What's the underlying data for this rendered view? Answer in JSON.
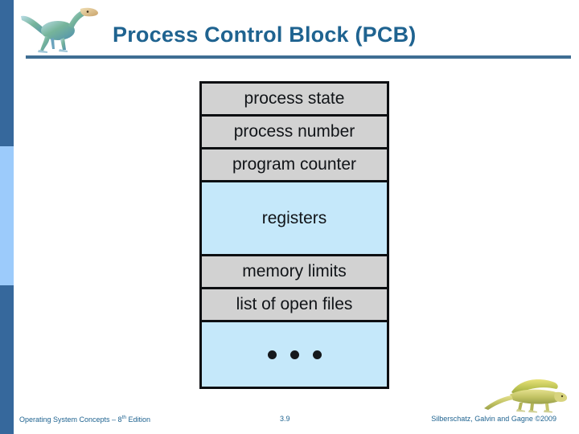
{
  "slide": {
    "title": "Process Control Block (PCB)",
    "title_color": "#1f6390",
    "rule_color": "#3f6e93",
    "background": "#ffffff"
  },
  "sidebar": {
    "segments": [
      {
        "name": "top-bar",
        "color": "#36689c"
      },
      {
        "name": "middle-bar",
        "color": "#9ccbfb"
      },
      {
        "name": "bottom-bar",
        "color": "#36689c"
      }
    ]
  },
  "logos": {
    "header_logo": "dinosaur-icon",
    "footer_logo": "dimetrodon-icon"
  },
  "pcb": {
    "fields": [
      {
        "label": "process state",
        "fill": "gray"
      },
      {
        "label": "process number",
        "fill": "gray"
      },
      {
        "label": "program counter",
        "fill": "gray"
      },
      {
        "label": "registers",
        "fill": "blue"
      },
      {
        "label": "memory limits",
        "fill": "gray"
      },
      {
        "label": "list of open files",
        "fill": "gray"
      },
      {
        "label": "",
        "fill": "blue"
      }
    ],
    "ellipsis_dots": 3,
    "gray_color": "#d2d2d2",
    "blue_color": "#c5e8fa",
    "border_color": "#0d0f12"
  },
  "footer": {
    "left_text": "Operating System Concepts – 8",
    "left_sup": "th",
    "left_text_tail": " Edition",
    "page_number": "3.9",
    "right_text": "Silberschatz, Galvin and Gagne ©2009"
  }
}
